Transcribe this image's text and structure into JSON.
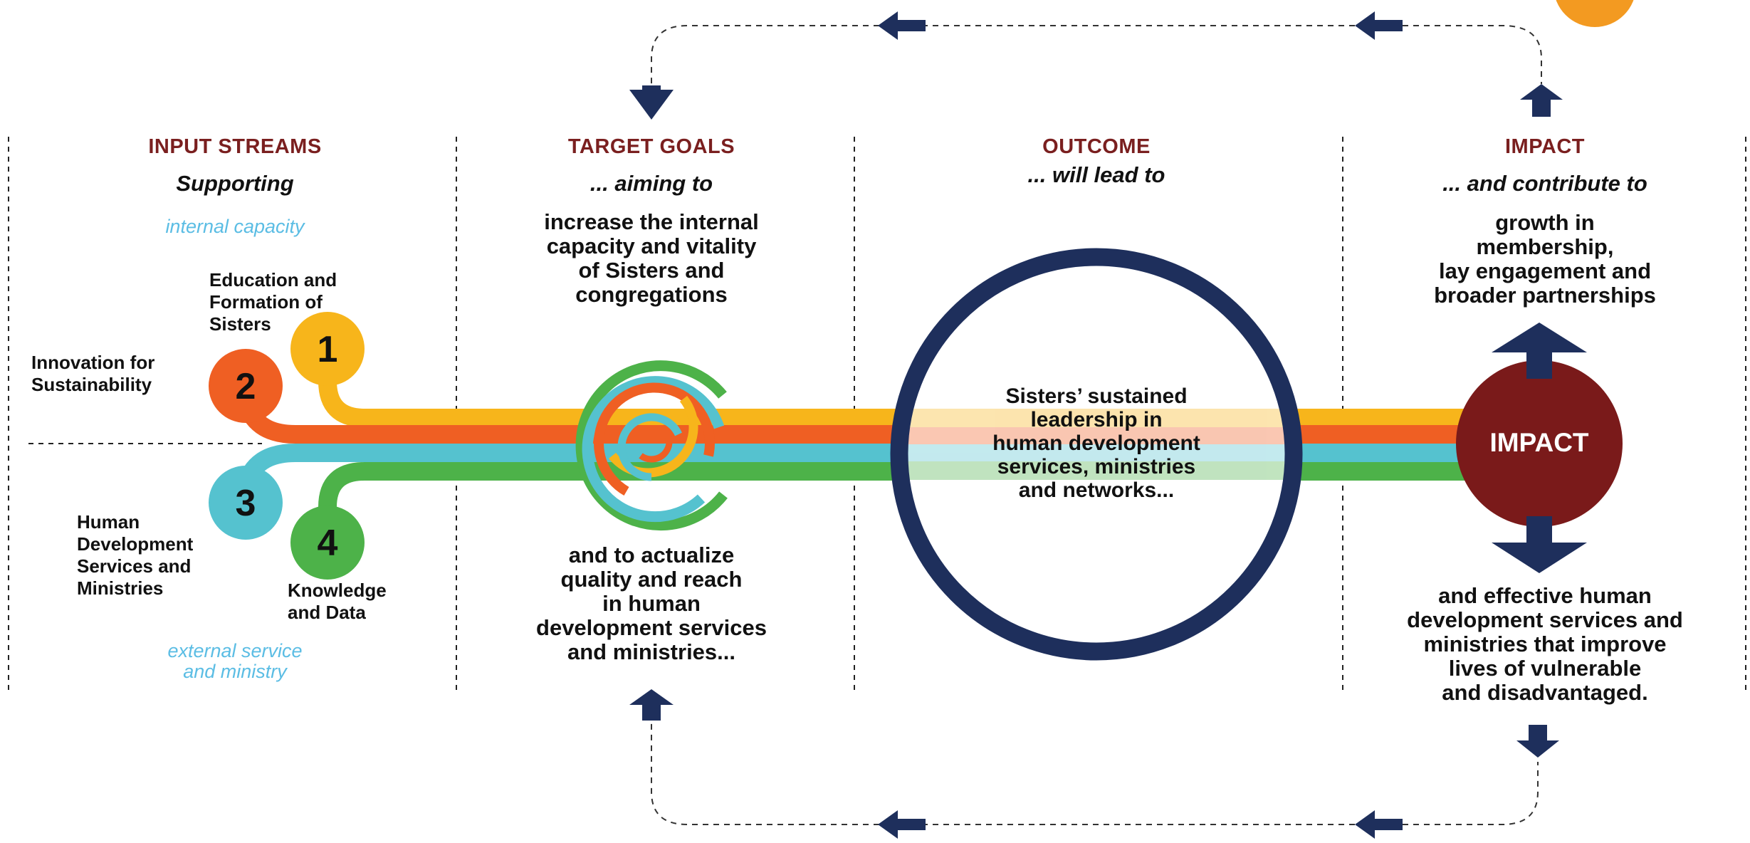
{
  "columns": {
    "input": {
      "heading": "INPUT STREAMS",
      "sub": "Supporting",
      "internal": "internal capacity",
      "external": "external service\nand ministry"
    },
    "target": {
      "heading": "TARGET GOALS",
      "sub": "... aiming to",
      "goal1": "increase the internal\ncapacity and vitality\nof Sisters and\ncongregations",
      "goal2": "and to actualize\nquality and reach\nin human\ndevelopment services\nand ministries..."
    },
    "outcome": {
      "heading": "OUTCOME",
      "sub": "... will lead to",
      "text": "Sisters’ sustained\nleadership in\nhuman development\nservices, ministries\nand networks..."
    },
    "impact": {
      "heading": "IMPACT",
      "sub": "... and contribute to",
      "top": "growth in\nmembership,\nlay engagement and\nbroader partnerships",
      "bottom": "and effective human\ndevelopment services and\nministries that improve\nlives of vulnerable\nand disadvantaged.",
      "badge": "IMPACT"
    }
  },
  "streams": [
    {
      "number": "1",
      "label": "Education and\nFormation of\nSisters",
      "color": "#f7b51b"
    },
    {
      "number": "2",
      "label": "Innovation for\nSustainability",
      "color": "#ef5f23"
    },
    {
      "number": "3",
      "label": "Human\nDevelopment\nServices and\nMinistries",
      "color": "#55c2cf"
    },
    {
      "number": "4",
      "label": "Knowledge\nand Data",
      "color": "#4db249"
    }
  ],
  "colors": {
    "navy": "#1e2f5c",
    "impact": "#7a1a1a",
    "heading": "#7a1f1f",
    "muted_blue": "#5bbde4",
    "corner": "#f39a21"
  }
}
